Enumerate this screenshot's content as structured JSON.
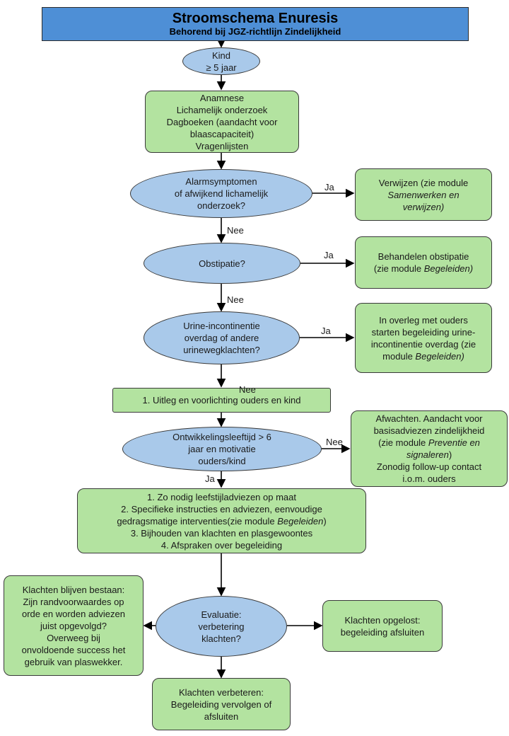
{
  "title": "Stroomschema Enuresis",
  "subtitle": "Behorend bij JGZ-richtlijn Zindelijkheid",
  "nodes": {
    "start": {
      "lines": [
        "Kind",
        "≥ 5 jaar"
      ]
    },
    "anamnese": {
      "lines": [
        "Anamnese",
        "Lichamelijk onderzoek",
        "Dagboeken (aandacht voor",
        "blaascapaciteit)",
        "Vragenlijsten"
      ]
    },
    "alarm": {
      "lines": [
        "Alarmsymptomen",
        "of afwijkend lichamelijk",
        "onderzoek?"
      ]
    },
    "verwijzen": {
      "line1": "Verwijzen (zie module",
      "line2": "Samenwerken en",
      "line3": "verwijzen)"
    },
    "obstipatie": {
      "lines": [
        "Obstipatie?"
      ]
    },
    "behandelen": {
      "line1": "Behandelen obstipatie",
      "line2_pre": "(zie module ",
      "line2_it": "Begeleiden)"
    },
    "urine": {
      "lines": [
        "Urine-incontinentie",
        "overdag of andere",
        "urinewegklachten?"
      ]
    },
    "overleg": {
      "line1": "In overleg met ouders",
      "line2": "starten begeleiding urine-",
      "line3": "incontinentie overdag (zie",
      "line4_pre": "module ",
      "line4_it": "Begeleiden)"
    },
    "uitleg": {
      "text": "1.   Uitleg en voorlichting ouders en kind"
    },
    "ontwikkeling": {
      "lines": [
        "Ontwikkelingsleeftijd > 6",
        "jaar en motivatie",
        "ouders/kind"
      ]
    },
    "afwachten": {
      "line1": "Afwachten. Aandacht voor",
      "line2": "basisadviezen zindelijkheid",
      "line3_pre": "(zie module ",
      "line3_it": "Preventie en",
      "line4_it": "signaleren",
      "line4_post": ")",
      "line5": "Zonodig follow-up contact",
      "line6": "i.o.m. ouders"
    },
    "adviezen": {
      "item1": "1.   Zo nodig leefstijladviezen op maat",
      "item2a": "2.   Specifieke instructies en adviezen, eenvoudige",
      "item2b_pre": "gedragsmatige interventies(zie module ",
      "item2b_it": "Begeleiden",
      "item2b_post": ")",
      "item3": "3.   Bijhouden van klachten en plasgewoontes",
      "item4": "4.   Afspraken over begeleiding"
    },
    "blijven": {
      "lines": [
        "Klachten blijven bestaan:",
        "Zijn randvoorwaardes op",
        "orde en worden adviezen",
        "juist opgevolgd?",
        "Overweeg bij",
        "onvoldoende success het",
        "gebruik van plaswekker."
      ]
    },
    "evaluatie": {
      "lines": [
        "Evaluatie:",
        "verbetering",
        "klachten?"
      ]
    },
    "opgelost": {
      "lines": [
        "Klachten opgelost:",
        "begeleiding afsluiten"
      ]
    },
    "verbeteren": {
      "lines": [
        "Klachten verbeteren:",
        "Begeleiding vervolgen of",
        "afsluiten"
      ]
    }
  },
  "edge_labels": {
    "alarm_ja": "Ja",
    "alarm_nee": "Nee",
    "obstipatie_ja": "Ja",
    "obstipatie_nee": "Nee",
    "urine_ja": "Ja",
    "urine_nee": "Nee",
    "ontwikkeling_nee": "Nee",
    "ontwikkeling_ja": "Ja"
  },
  "colors": {
    "title_bg": "#4e8fd6",
    "box_fill": "#b3e3a0",
    "decision_fill": "#a9c9ea",
    "stroke": "#3a3a3a"
  }
}
